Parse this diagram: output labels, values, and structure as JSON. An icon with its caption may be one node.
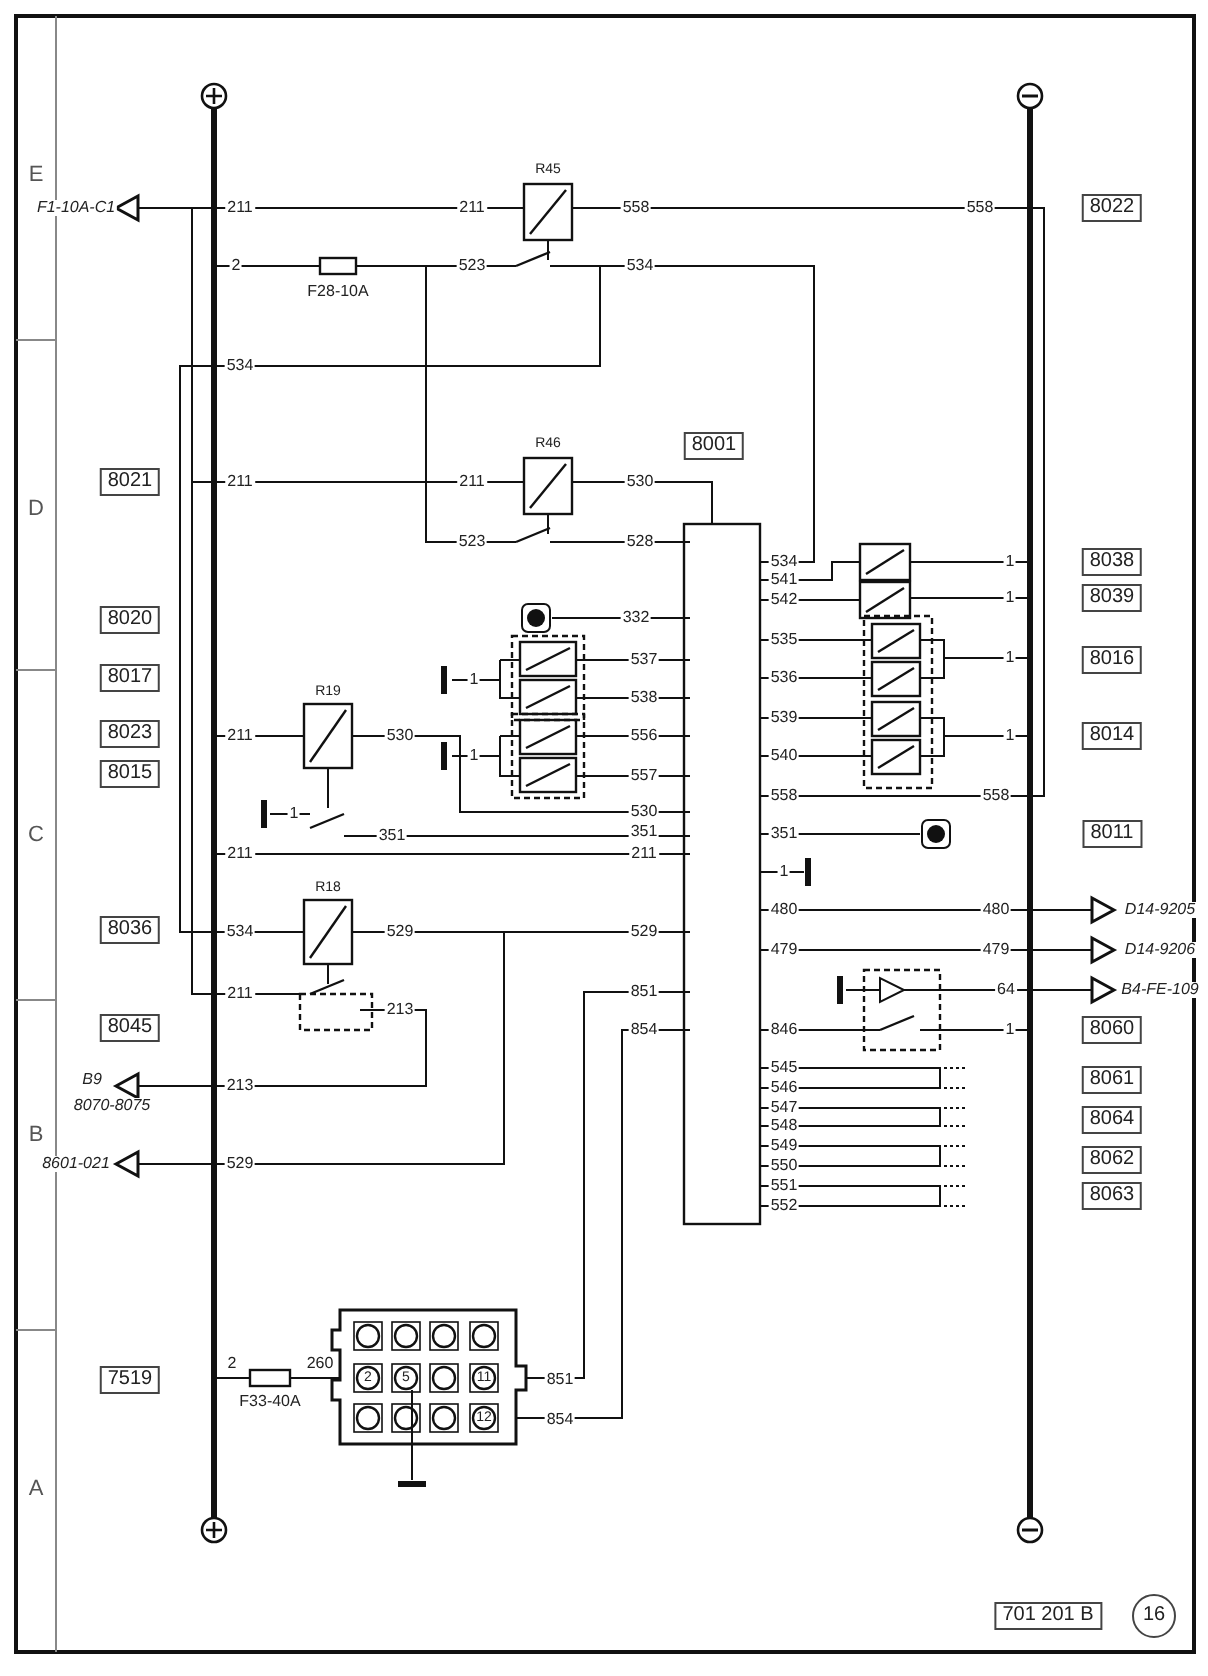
{
  "diagram": {
    "labels": [
      "E",
      "F1-10A-C1",
      "211",
      "R45",
      "211",
      "558",
      "558",
      "8022",
      "2",
      "F28-10A",
      "523",
      "534",
      "534",
      "D",
      "8021",
      "211",
      "211",
      "R46",
      "530",
      "8001",
      "523",
      "528",
      "534",
      "541",
      "1",
      "8038",
      "542",
      "1",
      "8039",
      "8020",
      "332",
      "535",
      "537",
      "1",
      "8016",
      "8017",
      "536",
      "538",
      "1",
      "539",
      "8023",
      "211",
      "R19",
      "530",
      "556",
      "1",
      "8014",
      "540",
      "557",
      "1",
      "8015",
      "558",
      "558",
      "1",
      "530",
      "C",
      "351",
      "351",
      "351",
      "8011",
      "211",
      "211",
      "1",
      "480",
      "480",
      "D14-9205",
      "8036",
      "534",
      "R18",
      "529",
      "529",
      "479",
      "479",
      "D14-9206",
      "211",
      "851",
      "64",
      "B4-FE-109",
      "213",
      "8045",
      "854",
      "846",
      "1",
      "8060",
      "545",
      "B9",
      "213",
      "546",
      "8061",
      "8070-8075",
      "547",
      "8064",
      "548",
      "549",
      "B",
      "8601-021",
      "529",
      "550",
      "8062",
      "551",
      "8063",
      "552",
      "7519",
      "2",
      "260",
      "2",
      "5",
      "11",
      "12",
      "851",
      "F33-40A",
      "854",
      "A",
      "701 201 B",
      "16"
    ]
  }
}
